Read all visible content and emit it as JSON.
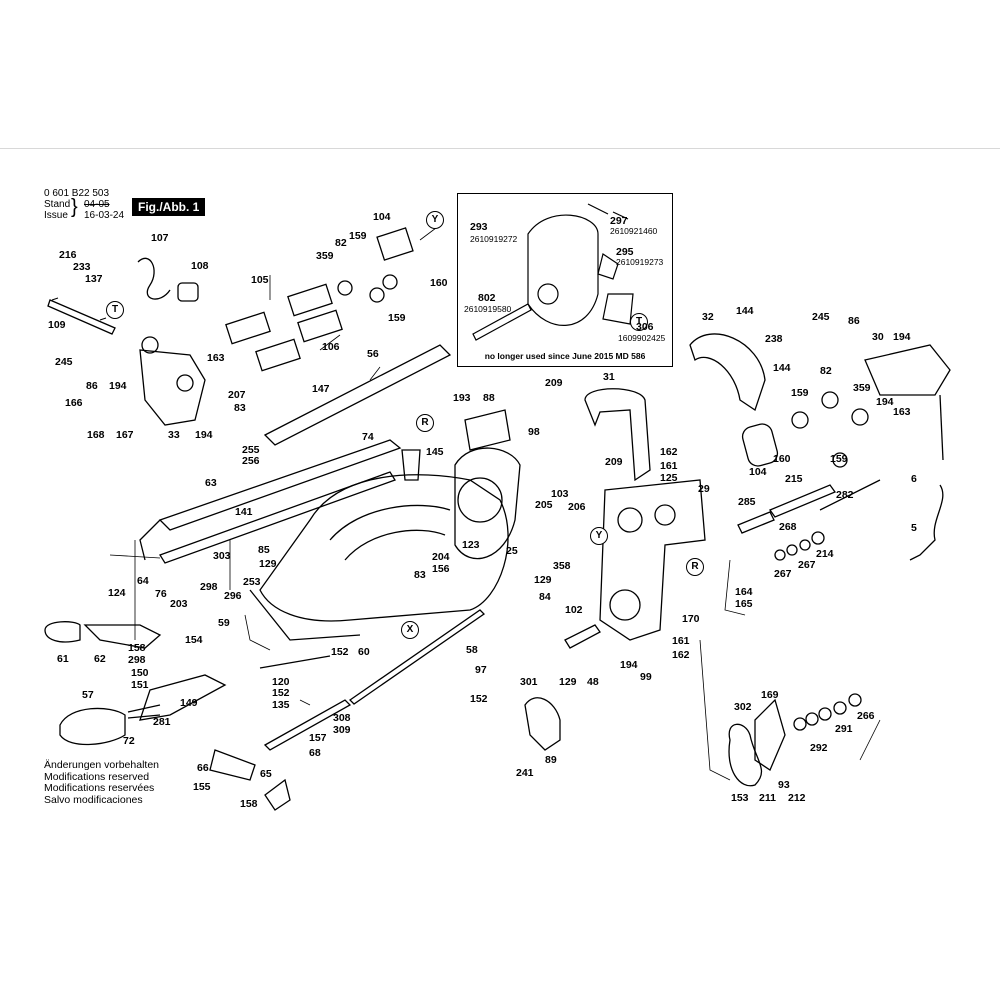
{
  "header": {
    "doc_number": "0 601 B22 503",
    "stand_label": "Stand",
    "issue_label": "Issue",
    "stand_date": "04-05",
    "issue_date": "16-03-24",
    "figure_label": "Fig./Abb. 1"
  },
  "notes": [
    "Änderungen vorbehalten",
    "Modifications reserved",
    "Modifications reservées",
    "Salvo modificaciones"
  ],
  "inset": {
    "caption": "no longer used since June 2015   MD 586",
    "parts": [
      {
        "num": "293",
        "pn": "2610919272"
      },
      {
        "num": "297",
        "pn": "2610921460"
      },
      {
        "num": "295",
        "pn": "2610919273"
      },
      {
        "num": "802",
        "pn": "2610919580"
      },
      {
        "num": "306",
        "pn": "1609902425"
      }
    ]
  },
  "refs": [
    "T",
    "Y",
    "R",
    "X",
    "T",
    "Y",
    "R"
  ],
  "labels": [
    "107",
    "104",
    "82",
    "159",
    "216",
    "233",
    "137",
    "108",
    "105",
    "359",
    "160",
    "109",
    "159",
    "245",
    "163",
    "106",
    "86",
    "194",
    "207",
    "56",
    "166",
    "33",
    "83",
    "147",
    "168",
    "167",
    "194",
    "255",
    "256",
    "74",
    "145",
    "63",
    "141",
    "85",
    "303",
    "129",
    "298",
    "64",
    "296",
    "203",
    "76",
    "124",
    "253",
    "59",
    "154",
    "61",
    "62",
    "158",
    "298",
    "150",
    "151",
    "57",
    "281",
    "72",
    "149",
    "152",
    "60",
    "120",
    "152",
    "135",
    "308",
    "309",
    "157",
    "68",
    "66",
    "65",
    "155",
    "158",
    "193",
    "88",
    "98",
    "103",
    "205",
    "206",
    "123",
    "204",
    "156",
    "83",
    "25",
    "58",
    "97",
    "152",
    "209",
    "31",
    "209",
    "162",
    "161",
    "125",
    "29",
    "285",
    "215",
    "282",
    "104",
    "159",
    "160",
    "32",
    "144",
    "238",
    "144",
    "245",
    "86",
    "30",
    "194",
    "82",
    "359",
    "194",
    "163",
    "159",
    "6",
    "5",
    "358",
    "129",
    "84",
    "102",
    "129",
    "48",
    "194",
    "99",
    "170",
    "161",
    "162",
    "164",
    "165",
    "268",
    "214",
    "267",
    "267",
    "301",
    "89",
    "241",
    "169",
    "302",
    "266",
    "291",
    "292",
    "93",
    "153",
    "211",
    "212"
  ]
}
